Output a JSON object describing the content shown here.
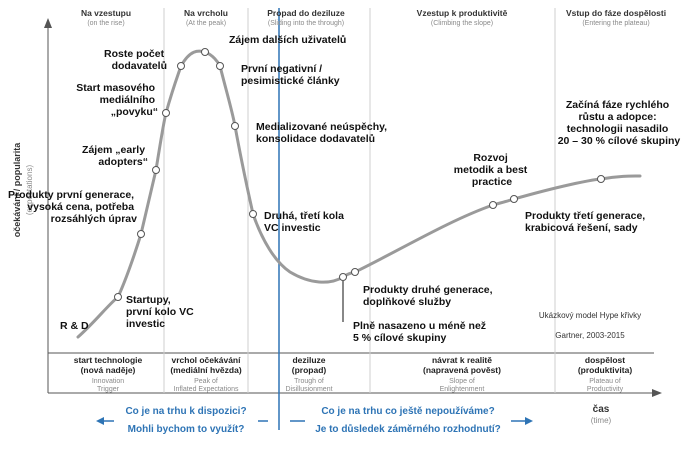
{
  "y_axis": {
    "label": "očekávání / popularita",
    "sublabel": "(expectations)"
  },
  "x_axis": {
    "label": "čas",
    "sublabel": "(time)"
  },
  "phases_top": [
    {
      "title": "Na vzestupu",
      "subtitle": "(on the rise)"
    },
    {
      "title": "Na vrcholu",
      "subtitle": "(At the peak)"
    },
    {
      "title": "Propad do deziluze",
      "subtitle": "(Sliding into the through)"
    },
    {
      "title": "Vzestup k produktivitě",
      "subtitle": "(Climbing the slope)"
    },
    {
      "title": "Vstup do fáze dospělosti",
      "subtitle": "(Entering the plateau)"
    }
  ],
  "stages_bottom": [
    {
      "line1": "start technologie",
      "line2": "(nová naděje)",
      "en1": "Innovation",
      "en2": "Trigger"
    },
    {
      "line1": "vrchol očekávání",
      "line2": "(mediální hvězda)",
      "en1": "Peak of",
      "en2": "Inflated Expectations"
    },
    {
      "line1": "deziluze",
      "line2": "(propad)",
      "en1": "Trough of",
      "en2": "Disillusionment"
    },
    {
      "line1": "návrat k realitě",
      "line2": "(napravená pověst)",
      "en1": "Slope of",
      "en2": "Enlightenment"
    },
    {
      "line1": "dospělost",
      "line2": "(produktivita)",
      "en1": "Plateau of",
      "en2": "Productivity"
    }
  ],
  "annotations": [
    {
      "lines": [
        "R & D"
      ]
    },
    {
      "lines": [
        "Startupy,",
        "první kolo VC",
        "investic"
      ]
    },
    {
      "lines": [
        "Produkty první generace,",
        "vysoká cena, potřeba",
        "rozsáhlých úprav"
      ]
    },
    {
      "lines": [
        "Zájem „early",
        "adopters“"
      ]
    },
    {
      "lines": [
        "Start masového",
        "mediálního",
        "„povyku“"
      ]
    },
    {
      "lines": [
        "Roste počet",
        "dodavatelů"
      ]
    },
    {
      "lines": [
        "Zájem dalších uživatelů"
      ]
    },
    {
      "lines": [
        "První negativní /",
        "pesimistické články"
      ]
    },
    {
      "lines": [
        "Medializované neúspěchy,",
        "konsolidace dodavatelů"
      ]
    },
    {
      "lines": [
        "Druhá, třetí kola",
        "VC investic"
      ]
    },
    {
      "lines": [
        "Plně nasazeno u méně než",
        "5 % cílové skupiny"
      ]
    },
    {
      "lines": [
        "Produkty druhé generace,",
        "doplňkové služby"
      ]
    },
    {
      "lines": [
        "Rozvoj",
        "metodik a best",
        "practice"
      ]
    },
    {
      "lines": [
        "Produkty třetí generace,",
        "krabicová řešení, sady"
      ]
    },
    {
      "lines": [
        "Začíná fáze rychlého",
        "růstu a adopce:",
        "technologii nasadilo",
        "20 – 30 % cílové skupiny"
      ]
    }
  ],
  "credit": {
    "line1": "Ukázkový model Hype křivky",
    "line2": "Gartner, 2003-2015"
  },
  "questions": {
    "left1": "Co je na trhu k dispozici?",
    "left2": "Mohli bychom to využít?",
    "right1": "Co je na trhu co ještě nepoužíváme?",
    "right2": "Je to důsledek záměrného rozhodnutí?"
  },
  "colors": {
    "curve": "#9a9a9a",
    "accent": "#2e74b5",
    "divider": "#cfcfcf",
    "axis": "#555555"
  }
}
